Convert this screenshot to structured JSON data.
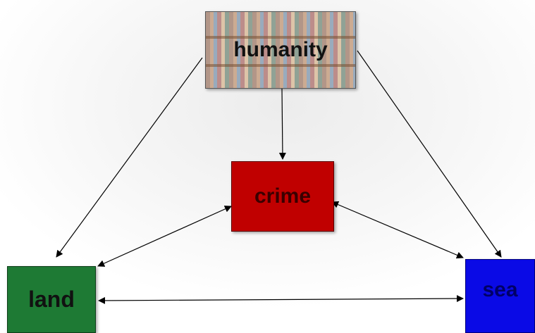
{
  "nodes": {
    "humanity": {
      "label": "humanity"
    },
    "crime": {
      "label": "crime",
      "color": "#c00000"
    },
    "land": {
      "label": "land",
      "color": "#1e7a34"
    },
    "sea": {
      "label": "sea",
      "color": "#0a0ae6"
    }
  },
  "edges": [
    {
      "from": "humanity",
      "to": "crime",
      "direction": "forward"
    },
    {
      "from": "humanity",
      "to": "land",
      "direction": "forward"
    },
    {
      "from": "humanity",
      "to": "sea",
      "direction": "forward"
    },
    {
      "from": "crime",
      "to": "land",
      "direction": "both"
    },
    {
      "from": "crime",
      "to": "sea",
      "direction": "both"
    },
    {
      "from": "land",
      "to": "sea",
      "direction": "both"
    }
  ]
}
